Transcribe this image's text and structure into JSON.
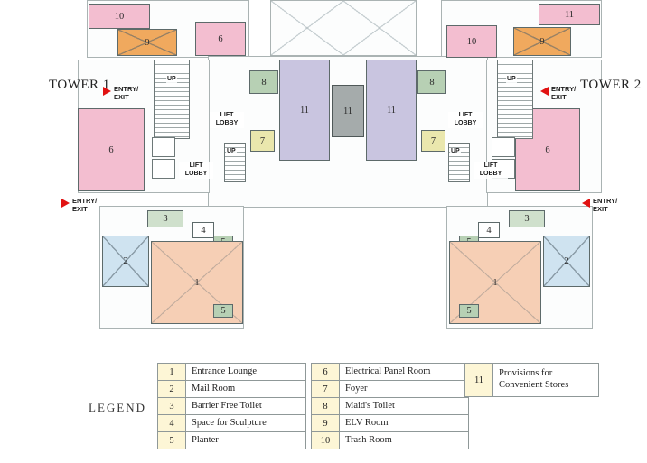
{
  "towers": {
    "t1": "TOWER 1",
    "t2": "TOWER 2"
  },
  "plan": {
    "entry_exit": "ENTRY/\nEXIT",
    "up": "UP",
    "lift_lobby": "LIFT\nLOBBY",
    "rooms": {
      "r1": "1",
      "r2": "2",
      "r3": "3",
      "r4": "4",
      "r5": "5",
      "r6": "6",
      "r7": "7",
      "r8": "8",
      "r9": "9",
      "r10": "10",
      "r11": "11"
    }
  },
  "legend": {
    "title": "LEGEND",
    "col1": [
      {
        "num": "1",
        "label": "Entrance Lounge"
      },
      {
        "num": "2",
        "label": "Mail Room"
      },
      {
        "num": "3",
        "label": "Barrier Free Toilet"
      },
      {
        "num": "4",
        "label": "Space for Sculpture"
      },
      {
        "num": "5",
        "label": "Planter"
      }
    ],
    "col2": [
      {
        "num": "6",
        "label": "Electrical Panel Room"
      },
      {
        "num": "7",
        "label": "Foyer"
      },
      {
        "num": "8",
        "label": "Maid's Toilet"
      },
      {
        "num": "9",
        "label": "ELV Room"
      },
      {
        "num": "10",
        "label": "Trash Room"
      }
    ],
    "col3": [
      {
        "num": "11",
        "label": "Provisions for Convenient Stores"
      }
    ]
  },
  "colors": {
    "room_entrance_lounge": "#f6cfb5",
    "room_mail": "#cfe3f0",
    "room_toilet": "#cfe0cc",
    "room_planter": "#b7d0b4",
    "room_electrical": "#f3bed0",
    "room_foyer": "#eae7ad",
    "room_maids_toilet": "#b7d0b4",
    "room_elv": "#f0a95e",
    "room_trash": "#f3bed0",
    "room_store_provision": "#c9c5e0",
    "core_gray": "#a5abab",
    "legend_number_bg": "#fdf6d6",
    "entry_marker_red": "#e11212"
  }
}
